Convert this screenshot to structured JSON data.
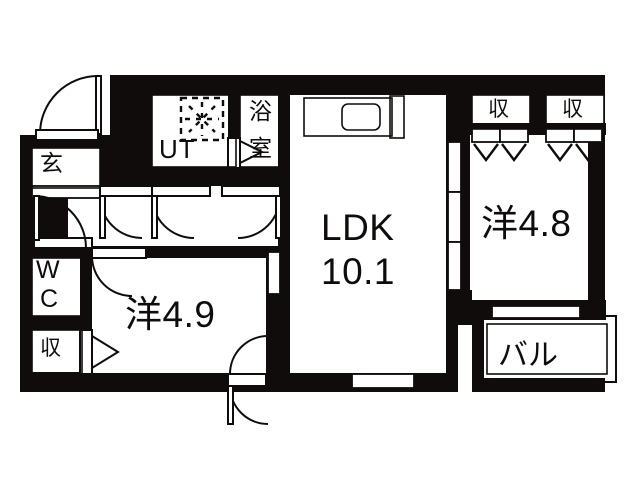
{
  "plan": {
    "title": "間取図",
    "units": "畳",
    "line_color": "#100c0c",
    "background": "#ffffff"
  },
  "rooms": [
    {
      "id": "ldk",
      "label": "LDK",
      "size": "10.1",
      "kind": "living-dining-kitchen"
    },
    {
      "id": "washitsu",
      "label": "洋",
      "size": "4.8",
      "kind": "western-room"
    },
    {
      "id": "youshitsu",
      "label": "洋",
      "size": "4.9",
      "kind": "western-room"
    },
    {
      "id": "balcony",
      "label": "バル",
      "size": "",
      "kind": "balcony"
    },
    {
      "id": "bath",
      "label": "浴室",
      "size": "",
      "kind": "bathroom"
    },
    {
      "id": "ut",
      "label": "UT",
      "size": "",
      "kind": "utility"
    },
    {
      "id": "wc",
      "label": "WC",
      "size": "",
      "kind": "toilet"
    },
    {
      "id": "genkan",
      "label": "玄",
      "size": "",
      "kind": "entrance"
    }
  ],
  "closets": [
    {
      "id": "closet-a",
      "label": "収"
    },
    {
      "id": "closet-b",
      "label": "収"
    },
    {
      "id": "closet-c",
      "label": "収"
    }
  ],
  "text": {
    "ldk_name": "LDK",
    "ldk_size": "10.1",
    "room48_name": "洋4.8",
    "room49_name": "洋4.9",
    "balcony_name": "バル",
    "bath_line1": "浴",
    "bath_line2": "室",
    "ut_name": "UT",
    "wc_line1": "W",
    "wc_line2": "C",
    "genkan_name": "玄",
    "closet_a": "収",
    "closet_b": "収",
    "closet_c": "収"
  },
  "fixtures": [
    {
      "id": "kitchen-counter",
      "name": "kitchen-counter-with-sink"
    },
    {
      "id": "washing-machine-pan",
      "name": "washing-machine-space"
    }
  ],
  "openings": [
    {
      "id": "entry-door",
      "type": "hinged-door",
      "room": "genkan"
    },
    {
      "id": "genkan-hall-door",
      "type": "hinged-door",
      "room": "genkan"
    },
    {
      "id": "wc-door",
      "type": "hinged-door",
      "room": "wc"
    },
    {
      "id": "ut-door",
      "type": "hinged-door",
      "room": "ut"
    },
    {
      "id": "bath-door",
      "type": "sliding-door",
      "room": "bath"
    },
    {
      "id": "closet-c-door",
      "type": "sliding-door",
      "room": "closet-c"
    },
    {
      "id": "room49-door",
      "type": "hinged-door",
      "room": "youshitsu"
    },
    {
      "id": "ldk-hall-door",
      "type": "hinged-door",
      "room": "ldk"
    },
    {
      "id": "ldk-room48-slider",
      "type": "sliding-door",
      "room": "washitsu"
    },
    {
      "id": "closet-a-fold",
      "type": "folding-door",
      "room": "closet-a"
    },
    {
      "id": "closet-b-fold",
      "type": "folding-door",
      "room": "closet-b"
    },
    {
      "id": "ldk-window",
      "type": "window",
      "room": "ldk"
    },
    {
      "id": "balcony-door",
      "type": "sliding-window",
      "room": "balcony"
    }
  ]
}
